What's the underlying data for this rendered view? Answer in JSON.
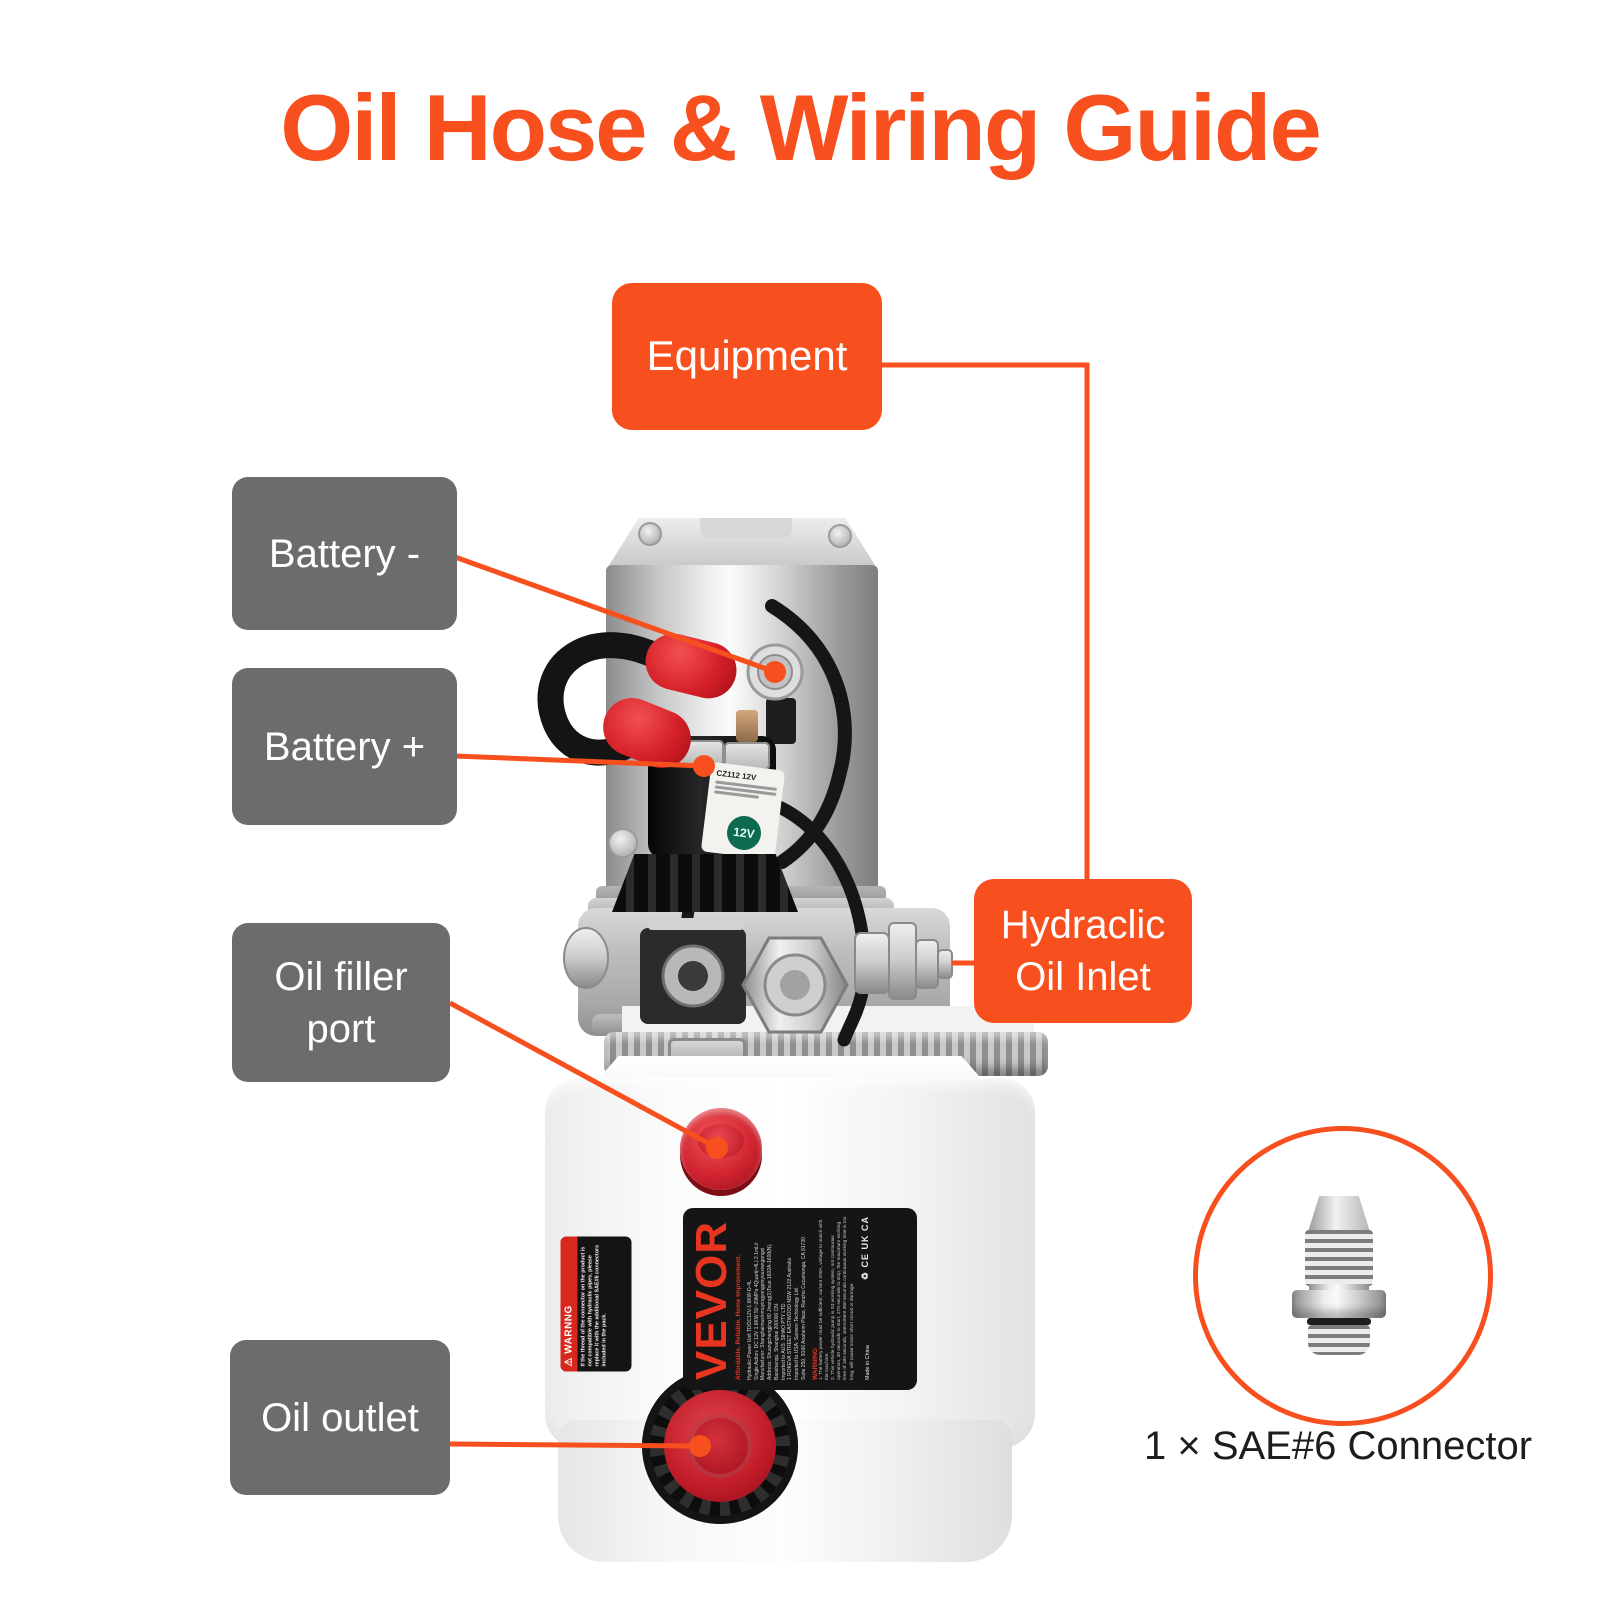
{
  "title": "Oil Hose & Wiring Guide",
  "colors": {
    "accent": "#F7501E",
    "callout_gray": "#6C6C6C",
    "brand_red": "#E8351F",
    "sticker_green": "#0C6B50"
  },
  "callouts": {
    "equipment": "Equipment",
    "battery_minus": "Battery -",
    "battery_plus": "Battery +",
    "oil_filler_port": "Oil filler port",
    "hydraulic_oil_inlet_line1": "Hydraclic",
    "hydraulic_oil_inlet_line2": "Oil Inlet",
    "oil_outlet": "Oil outlet"
  },
  "inset": {
    "caption": "1 × SAE#6 Connector"
  },
  "device": {
    "solenoid": {
      "model": "CZ112  12V",
      "sticker": "12V"
    },
    "warning_label": {
      "header": "⚠ WARNNG",
      "body": "If the thread of the connector on the product is not compatible with hydraulic pipes, please replace it with the additional SAE#6 connectors included in the pack."
    },
    "product_label": {
      "brand": "VEVOR",
      "tagline": "Affordable. Reliable. Home Improvement.",
      "spec_lines": [
        "Hydraulic Power Unit    TDOC12V-1.6KW-D-4L",
        "Single Action: DC 12V  1.6KW  50~20MPa  4Quart(≈4L)  2.1mL/r",
        "Manufacturer: Shanghaimuxinmuyingyongpinyouxiangongsi",
        "Address: Shuangchengjing 80 Jinong(1)Tsuo 1602A-1609(N), Baoshanqu, Shanghai 200000 CN.",
        "Imported to AUS: SIHAO PTY LTD.",
        "1 ROKEVA STREET EASTWOOD NSW 2122 Australia",
        "Imported to USA: Sanven Technology Ltd.",
        "Suite 250, 9166 Anaheim Place, Rancho Cucamonga, CA 91730"
      ],
      "warning_title": "WARNING",
      "warning_lines": [
        "1. The battery power must be sufficient, current 200A, voltage to match with the machine.",
        "2. This vehicle hydraulic pump is S3 working system, not continuous operation, 30 seconds to start, 270 seconds to stop; the maximum working time of 180 seconds, intermittent 360 seconds continuous working time is too long, will cause motor short circuit or damage."
      ],
      "cert_marks": "♻ CE UK CA",
      "made_in": "Made in China"
    }
  }
}
